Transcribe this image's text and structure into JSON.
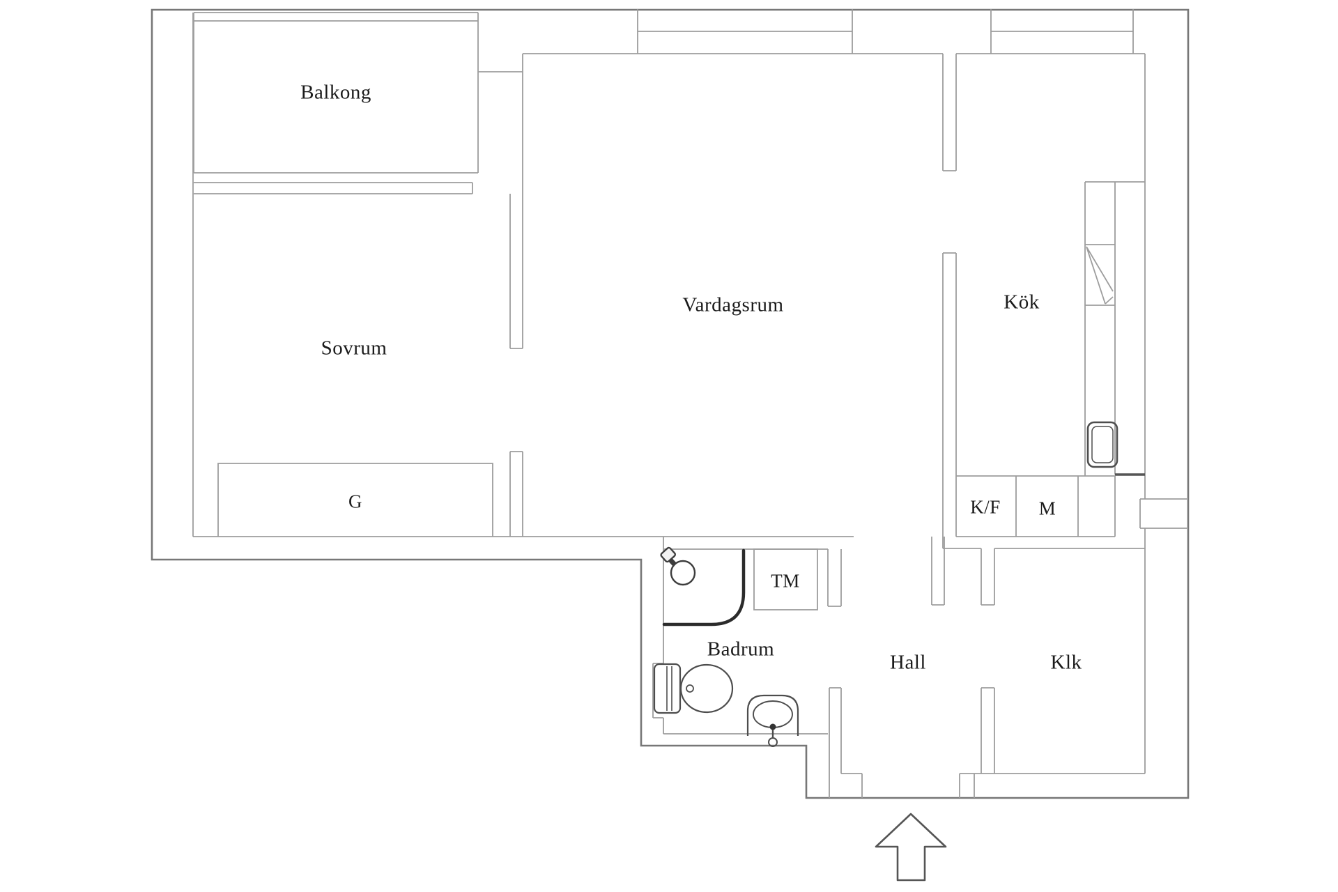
{
  "meta": {
    "title": "Apartment floor plan",
    "language": "sv"
  },
  "colors": {
    "background": "#ffffff",
    "wall_outer": "#777777",
    "wall_inner": "#9d9d9d",
    "fixture": "#4d4d4d",
    "shower_enclosure": "#2b2b2b",
    "counter_edge": "#555555",
    "label_text": "#1b1b1b"
  },
  "rooms": {
    "balkong": {
      "label": "Balkong"
    },
    "sovrum": {
      "label": "Sovrum"
    },
    "vardagsrum": {
      "label": "Vardagsrum"
    },
    "kok": {
      "label": "Kök"
    },
    "badrum": {
      "label": "Badrum"
    },
    "hall": {
      "label": "Hall"
    },
    "klk": {
      "label": "Klk"
    }
  },
  "fixtures": {
    "garderob": {
      "label": "G"
    },
    "kyl_frys": {
      "label": "K/F"
    },
    "maskin": {
      "label": "M"
    },
    "tvattmaskin": {
      "label": "TM"
    }
  },
  "icons": [
    "entrance-arrow-icon",
    "shower-head-icon",
    "toilet-icon",
    "bathroom-sink-icon",
    "kitchen-sink-icon",
    "fridge-icon"
  ]
}
